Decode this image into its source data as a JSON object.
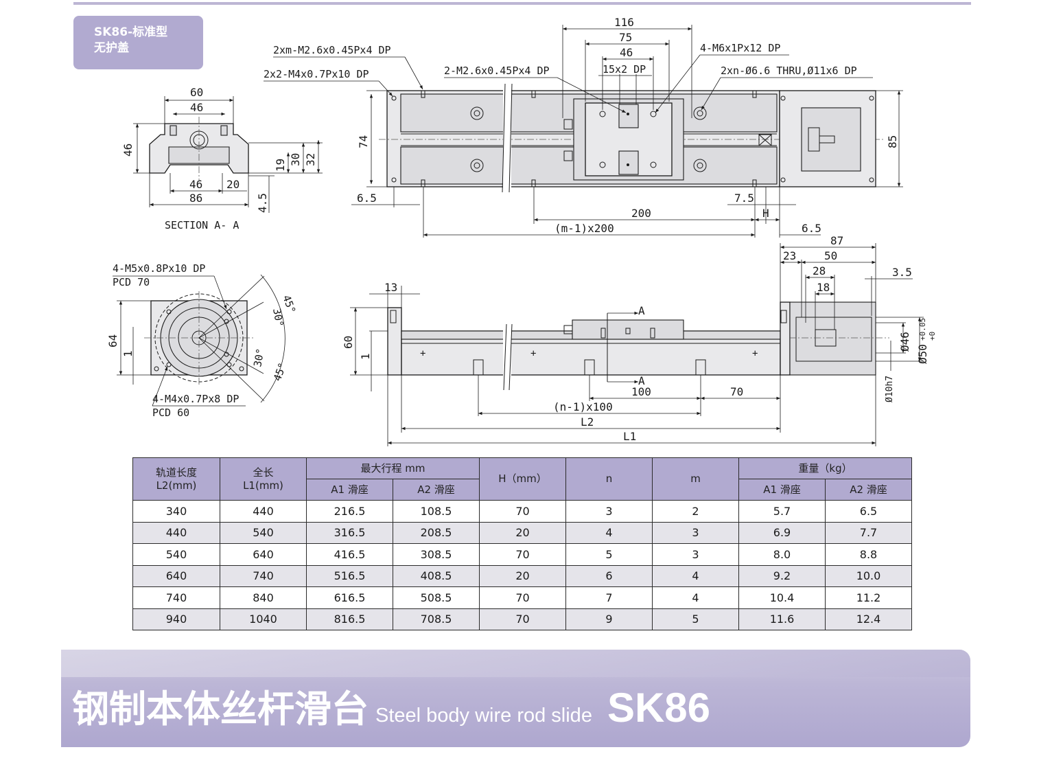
{
  "header": {
    "tag_line1": "SK86-标准型",
    "tag_line2": "无护盖"
  },
  "section_view": {
    "dims": {
      "w60": "60",
      "w46_top": "46",
      "h46": "46",
      "h19": "19",
      "h30": "30",
      "h32": "32",
      "b46": "46",
      "b20": "20",
      "w86": "86",
      "h4_5": "4.5"
    },
    "caption": "SECTION A- A"
  },
  "top_view": {
    "callouts": {
      "c1": "2xm-M2.6x0.45Px4 DP",
      "c2": "2x2-M4x0.7Px10 DP",
      "c3": "2-M2.6x0.45Px4 DP",
      "c4": "4-M6x1Px12 DP",
      "c5": "2xn-Ø6.6 THRU,Ø11x6 DP"
    },
    "dims": {
      "d116": "116",
      "d75": "75",
      "d46": "46",
      "d15x2": "15x2 DP",
      "d74": "74",
      "d85": "85",
      "d6_5": "6.5",
      "d7_5": "7.5",
      "d200": "200",
      "dH": "H",
      "dm1": "(m-1)x200",
      "d6_5b": "6.5"
    }
  },
  "end_view": {
    "callouts": {
      "c1": "4-M5x0.8Px10 DP",
      "c1b": "PCD 70",
      "c2": "4-M4x0.7Px8 DP",
      "c2b": "PCD 60"
    },
    "dims": {
      "d64": "64",
      "d1": "1",
      "a45a": "45°",
      "a30a": "30°",
      "a30b": "30°",
      "a45b": "45°"
    }
  },
  "side_view": {
    "dims": {
      "d13": "13",
      "d60": "60",
      "d1": "1",
      "dA1": "A",
      "dA2": "A",
      "d100": "100",
      "d70": "70",
      "dn1": "(n-1)x100",
      "dL2": "L2",
      "dL1": "L1",
      "d87": "87",
      "d23": "23",
      "d50": "50",
      "d28": "28",
      "d18": "18",
      "d3_5": "3.5",
      "dphi46": "Ø46",
      "dphi50": "Ø50",
      "dtol_a": "+0.05",
      "dtol_b": "+0",
      "dphi10": "Ø10h7"
    }
  },
  "table": {
    "headers": {
      "l2": "轨道长度",
      "l2_unit": "L2(mm)",
      "l1": "全长",
      "l1_unit": "L1(mm)",
      "stroke": "最大行程 mm",
      "stroke_a1": "A1 滑座",
      "stroke_a2": "A2 滑座",
      "h": "H（mm）",
      "n": "n",
      "m": "m",
      "weight": "重量（kg）",
      "weight_a1": "A1 滑座",
      "weight_a2": "A2 滑座"
    },
    "rows": [
      [
        "340",
        "440",
        "216.5",
        "108.5",
        "70",
        "3",
        "2",
        "5.7",
        "6.5"
      ],
      [
        "440",
        "540",
        "316.5",
        "208.5",
        "20",
        "4",
        "3",
        "6.9",
        "7.7"
      ],
      [
        "540",
        "640",
        "416.5",
        "308.5",
        "70",
        "5",
        "3",
        "8.0",
        "8.8"
      ],
      [
        "640",
        "740",
        "516.5",
        "408.5",
        "20",
        "6",
        "4",
        "9.2",
        "10.0"
      ],
      [
        "740",
        "840",
        "616.5",
        "508.5",
        "70",
        "7",
        "4",
        "10.4",
        "11.2"
      ],
      [
        "940",
        "1040",
        "816.5",
        "708.5",
        "70",
        "9",
        "5",
        "11.6",
        "12.4"
      ]
    ]
  },
  "banner": {
    "title_cn": "钢制本体丝杆滑台",
    "title_en": "Steel body wire rod slide",
    "model": "SK86"
  },
  "colors": {
    "accent": "#b1aad0",
    "row_alt": "#e5e4ea",
    "rule": "#bdb6d4"
  }
}
